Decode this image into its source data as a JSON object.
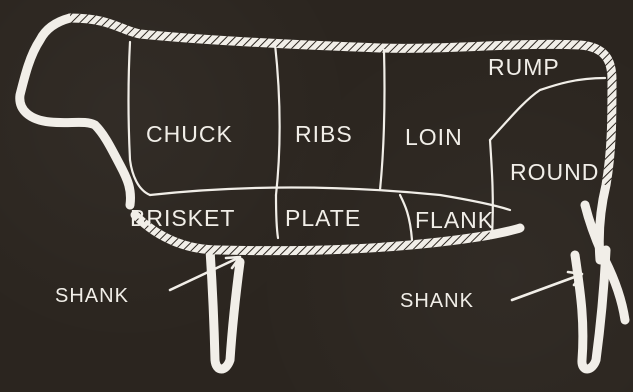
{
  "diagram": {
    "cuts": {
      "chuck": "CHUCK",
      "ribs": "RIBS",
      "loin": "LOIN",
      "rump": "RUMP",
      "round": "ROUND",
      "brisket": "BRISKET",
      "plate": "PLATE",
      "flank": "FLANK",
      "shank_front": "SHANK",
      "shank_rear": "SHANK"
    },
    "colors": {
      "background": "#2b251f",
      "chalk": "#f1eee8"
    }
  }
}
